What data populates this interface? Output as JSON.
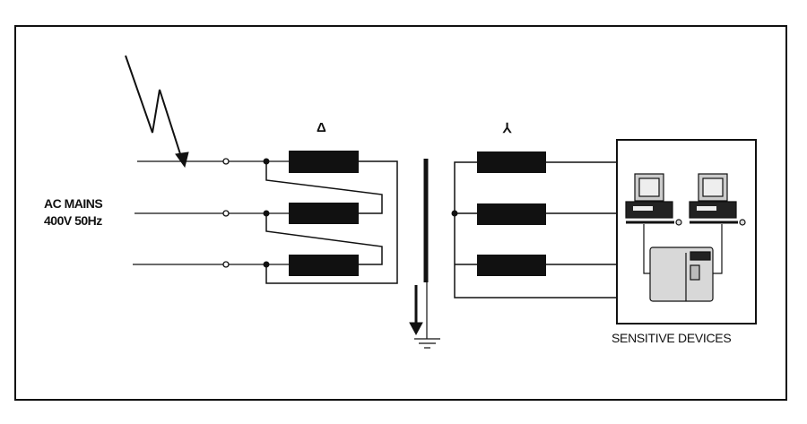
{
  "input": {
    "line1": "AC MAINS",
    "line2": "400V 50Hz"
  },
  "primary_symbol": "Δ",
  "secondary_symbol": "⅄",
  "load_label": "SENSITIVE DEVICES",
  "icons": [
    "lightning-surge-icon",
    "ground-icon",
    "computer-icon",
    "server-icon"
  ],
  "colors": {
    "ink": "#111111",
    "device_fill": "#d8d8d8"
  }
}
